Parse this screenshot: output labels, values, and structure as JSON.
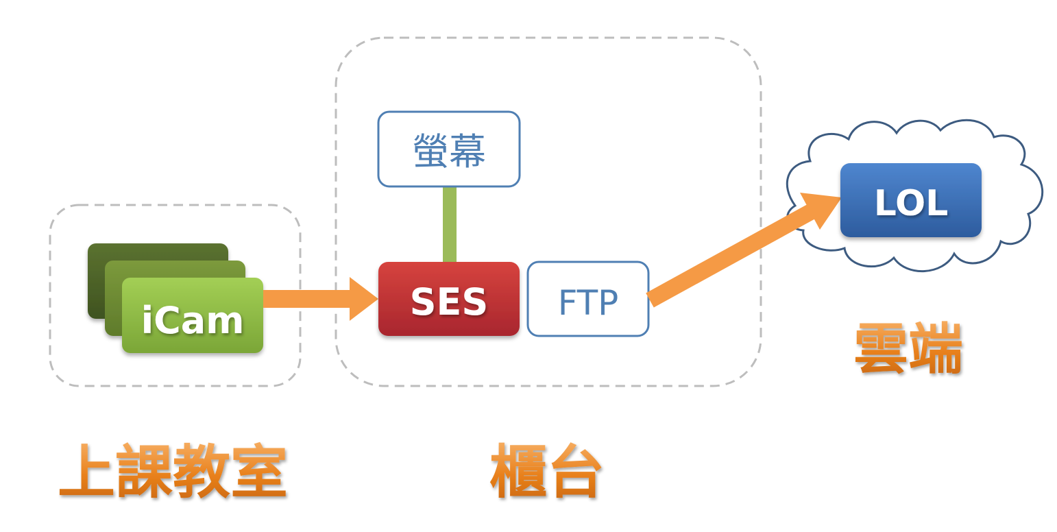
{
  "nodes": {
    "icam": "iCam",
    "ses": "SES",
    "screen": "螢幕",
    "ftp": "FTP",
    "lol": "LOL"
  },
  "zones": {
    "classroom": "上課教室",
    "counter": "櫃台",
    "cloud": "雲端"
  },
  "colors": {
    "icam_green": "#8fbe45",
    "ses_red": "#c0353a",
    "lol_blue": "#3a6fb8",
    "outline_blue": "#4f7fb3",
    "arrow_orange": "#f59a45",
    "connector_green": "#9bbb59",
    "label_orange": "#e8821e",
    "zone_dash": "#bdbdbd",
    "cloud_stroke": "#3d5b80"
  }
}
